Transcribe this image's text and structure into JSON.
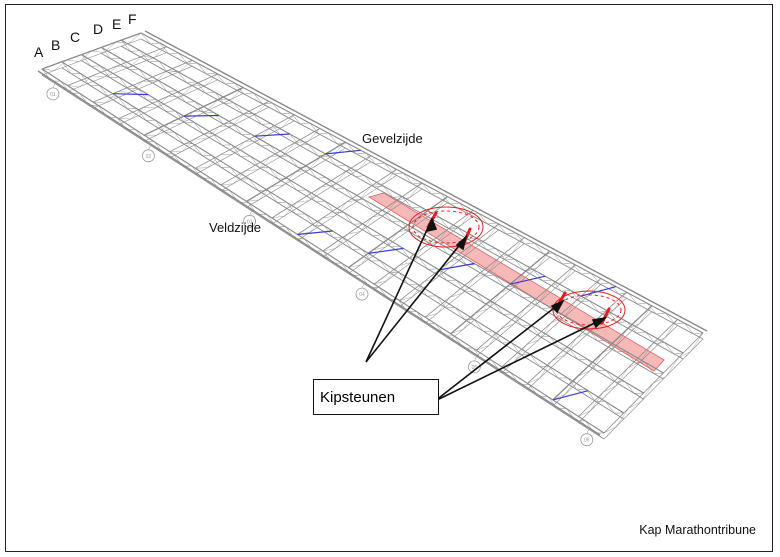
{
  "drawing": {
    "axis_letters": [
      "A",
      "B",
      "C",
      "D",
      "E",
      "F"
    ],
    "side_labels": {
      "gevel": "Gevelzijde",
      "veld": "Veldzijde"
    },
    "callout": "Kipsteunen",
    "caption": "Kap Marathontribune",
    "grid_markers": [
      "01",
      "02",
      "03",
      "04",
      "05",
      "06"
    ],
    "colors": {
      "structure": "#8a8a8a",
      "bracing": "#3b3bd1",
      "highlight": "#f4a0a0",
      "support": "#e02020",
      "text": "#111111"
    }
  }
}
